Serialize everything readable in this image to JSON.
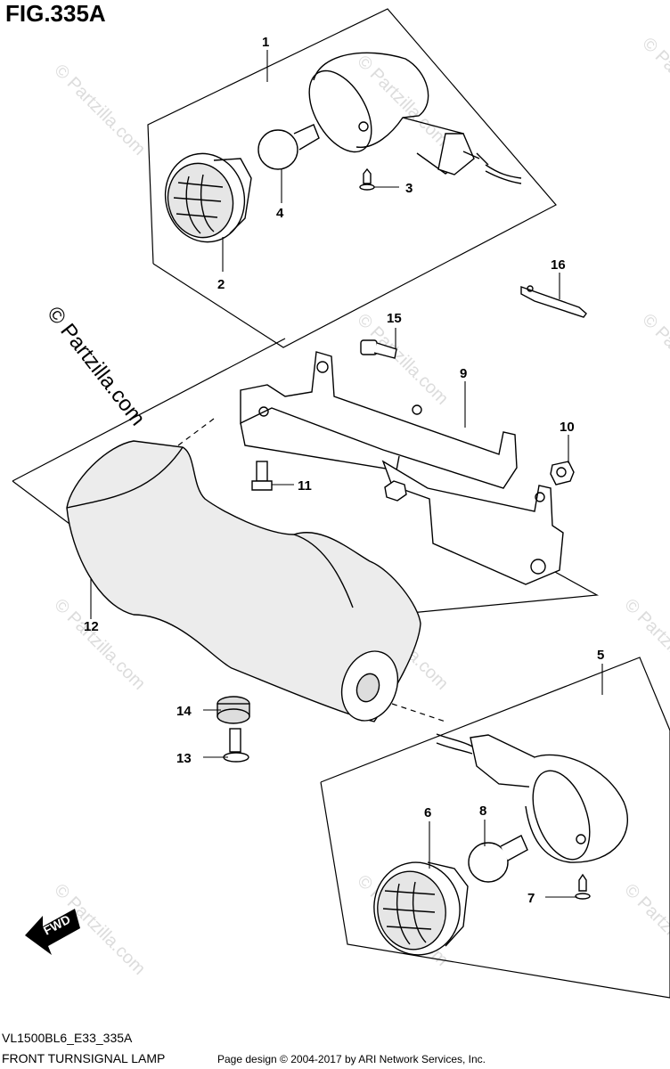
{
  "figure": {
    "title": "FIG.335A",
    "code": "VL1500BL6_E33_335A",
    "name": "FRONT TURNSIGNAL LAMP",
    "credit": "Page design © 2004-2017 by ARI Network Services, Inc."
  },
  "watermark": {
    "text": "© Partzilla.com"
  },
  "direction_arrow": {
    "label": "FWD"
  },
  "callouts": {
    "c1": "1",
    "c2": "2",
    "c3": "3",
    "c4": "4",
    "c5": "5",
    "c6": "6",
    "c7": "7",
    "c8": "8",
    "c9": "9",
    "c10": "10",
    "c11": "11",
    "c12": "12",
    "c13": "13",
    "c14": "14",
    "c15": "15",
    "c16": "16"
  },
  "colors": {
    "line": "#000000",
    "shade": "#e6e6e6",
    "watermark": "#dcdcdc"
  }
}
